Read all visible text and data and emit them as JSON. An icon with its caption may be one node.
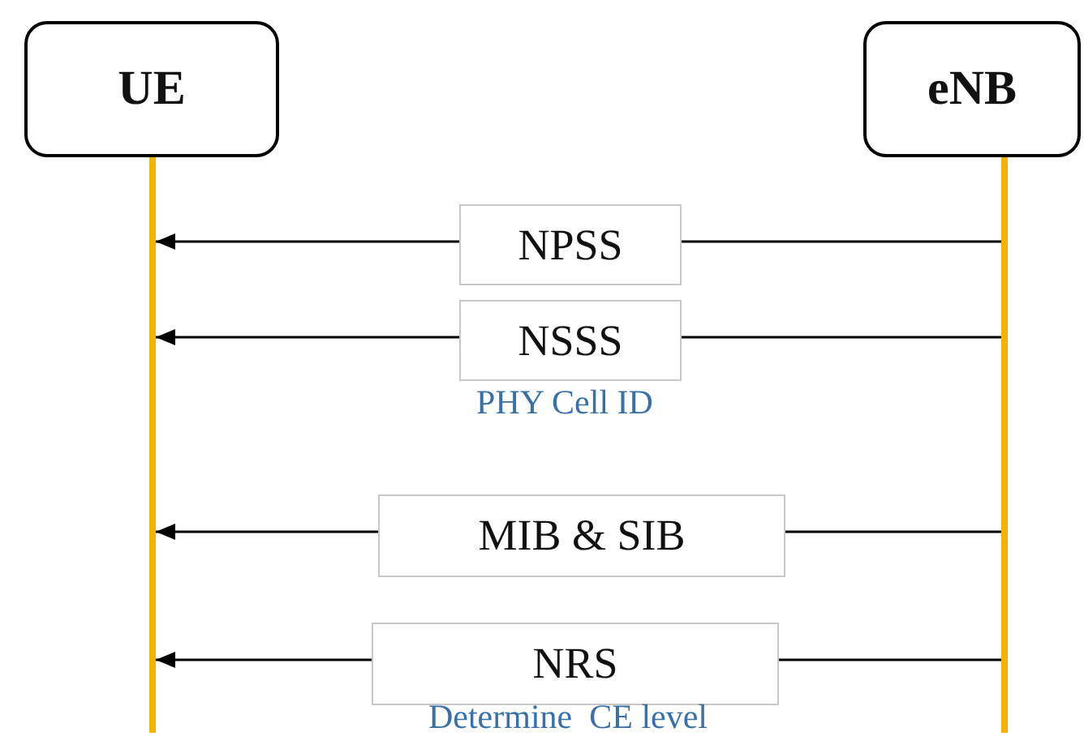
{
  "diagram": {
    "nodes": [
      {
        "text": [
          "UE"
        ]
      },
      {
        "text": [
          "eNB"
        ]
      },
      {
        "text": [],
        "shape": "bar"
      },
      {
        "text": [],
        "shape": "bar"
      }
    ],
    "edges": [
      {
        "from": 3,
        "to": 2,
        "arrow": "to",
        "label": "NPSS"
      },
      {
        "from": 3,
        "to": 2,
        "arrow": "to",
        "label": "NSSS"
      },
      {
        "from": 3,
        "to": 2,
        "arrow": "to",
        "label": "MIB & SIB"
      },
      {
        "from": 3,
        "to": 2,
        "arrow": "to",
        "label": "NRS"
      }
    ],
    "labels": [
      "PHY Cell ID",
      "Determine  CE level"
    ]
  }
}
